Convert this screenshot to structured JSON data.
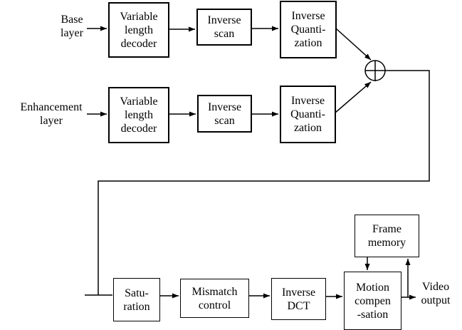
{
  "colors": {
    "line": "#000000",
    "bg": "#ffffff",
    "text": "#000000"
  },
  "diagram": {
    "inputs": [
      {
        "id": "base-layer",
        "label": "Base\nlayer"
      },
      {
        "id": "enhancement-layer",
        "label": "Enhancement\nlayer"
      }
    ],
    "output_label": "Video\noutput",
    "boxes": [
      {
        "id": "variable-length-decoder-base",
        "label": "Variable\nlength\ndecoder"
      },
      {
        "id": "inverse-scan-base",
        "label": "Inverse\nscan"
      },
      {
        "id": "inverse-quantization-base",
        "label": "Inverse\nQuanti-\nzation"
      },
      {
        "id": "variable-length-decoder-enhancement",
        "label": "Variable\nlength\ndecoder"
      },
      {
        "id": "inverse-scan-enhancement",
        "label": "Inverse\nscan"
      },
      {
        "id": "inverse-quantization-enhancement",
        "label": "Inverse\nQuanti-\nzation"
      },
      {
        "id": "saturation",
        "label": "Satu-\nration"
      },
      {
        "id": "mismatch-control",
        "label": "Mismatch\ncontrol"
      },
      {
        "id": "inverse-dct",
        "label": "Inverse\nDCT"
      },
      {
        "id": "motion-compensation",
        "label": "Motion\ncompen\n-sation"
      },
      {
        "id": "frame-memory",
        "label": "Frame\nmemory"
      }
    ],
    "adder": {
      "id": "adder",
      "symbol": "circled-plus"
    }
  }
}
